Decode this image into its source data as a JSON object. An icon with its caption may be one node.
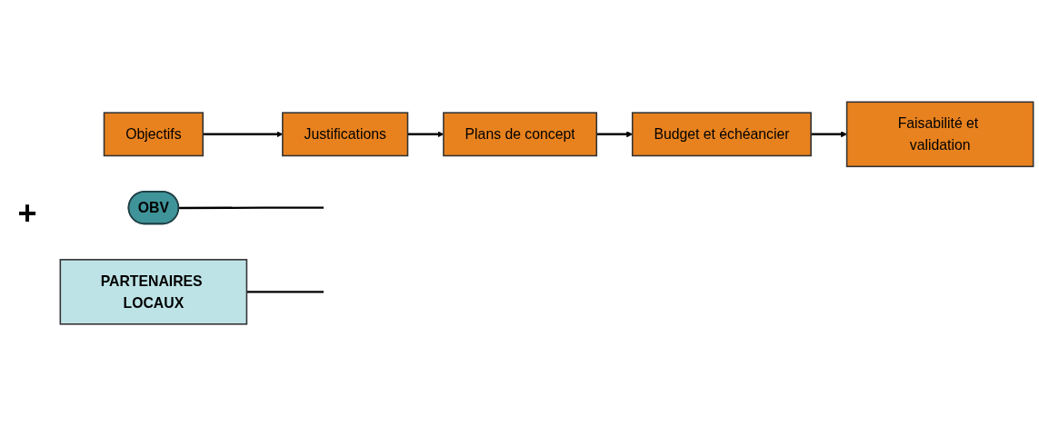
{
  "diagram": {
    "nodes": [
      {
        "text": [
          "OBV"
        ]
      },
      {
        "text": [
          "PARTENAIRES LOCAUX"
        ]
      },
      {
        "text": [
          "Objectifs"
        ]
      },
      {
        "text": [
          "Justifications"
        ]
      },
      {
        "text": [
          "Plans de concept"
        ]
      },
      {
        "text": [
          "Budget et échéancier"
        ]
      },
      {
        "text": [
          "Faisabilité et validation"
        ]
      }
    ],
    "edges": [
      {
        "from": 0,
        "to": null,
        "arrow": "none"
      },
      {
        "from": 1,
        "to": null,
        "arrow": "none"
      },
      {
        "from": 2,
        "to": 3,
        "arrow": "to"
      },
      {
        "from": 3,
        "to": 4,
        "arrow": "to"
      },
      {
        "from": 4,
        "to": 5,
        "arrow": "to"
      },
      {
        "from": 5,
        "to": 6,
        "arrow": "to"
      }
    ],
    "labels": [
      "+"
    ]
  }
}
